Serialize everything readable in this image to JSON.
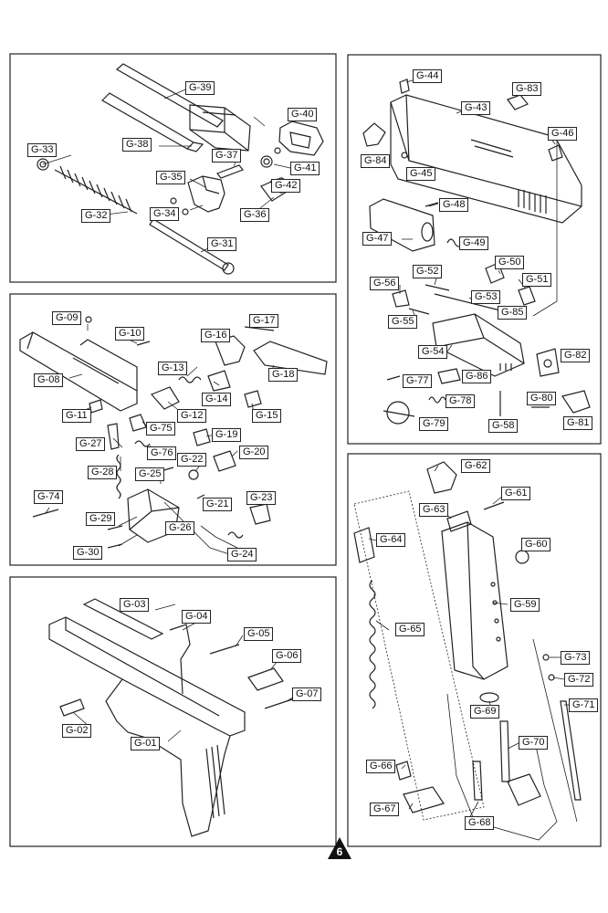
{
  "page_number": "6",
  "labels": {
    "g01": "G-01",
    "g02": "G-02",
    "g03": "G-03",
    "g04": "G-04",
    "g05": "G-05",
    "g06": "G-06",
    "g07": "G-07",
    "g08": "G-08",
    "g09": "G-09",
    "g10": "G-10",
    "g11": "G-11",
    "g12": "G-12",
    "g13": "G-13",
    "g14": "G-14",
    "g15": "G-15",
    "g16": "G-16",
    "g17": "G-17",
    "g18": "G-18",
    "g19": "G-19",
    "g20": "G-20",
    "g21": "G-21",
    "g22": "G-22",
    "g23": "G-23",
    "g24": "G-24",
    "g25": "G-25",
    "g26": "G-26",
    "g27": "G-27",
    "g28": "G-28",
    "g29": "G-29",
    "g30": "G-30",
    "g31": "G-31",
    "g32": "G-32",
    "g33": "G-33",
    "g34": "G-34",
    "g35": "G-35",
    "g36": "G-36",
    "g37": "G-37",
    "g38": "G-38",
    "g39": "G-39",
    "g40": "G-40",
    "g41": "G-41",
    "g42": "G-42",
    "g43": "G-43",
    "g44": "G-44",
    "g45": "G-45",
    "g46": "G-46",
    "g47": "G-47",
    "g48": "G-48",
    "g49": "G-49",
    "g50": "G-50",
    "g51": "G-51",
    "g52": "G-52",
    "g53": "G-53",
    "g54": "G-54",
    "g55": "G-55",
    "g56": "G-56",
    "g58": "G-58",
    "g59": "G-59",
    "g60": "G-60",
    "g61": "G-61",
    "g62": "G-62",
    "g63": "G-63",
    "g64": "G-64",
    "g65": "G-65",
    "g66": "G-66",
    "g67": "G-67",
    "g68": "G-68",
    "g69": "G-69",
    "g70": "G-70",
    "g71": "G-71",
    "g72": "G-72",
    "g73": "G-73",
    "g74": "G-74",
    "g75": "G-75",
    "g76": "G-76",
    "g77": "G-77",
    "g78": "G-78",
    "g79": "G-79",
    "g80": "G-80",
    "g81": "G-81",
    "g82": "G-82",
    "g83": "G-83",
    "g84": "G-84",
    "g85": "G-85",
    "g86": "G-86"
  }
}
